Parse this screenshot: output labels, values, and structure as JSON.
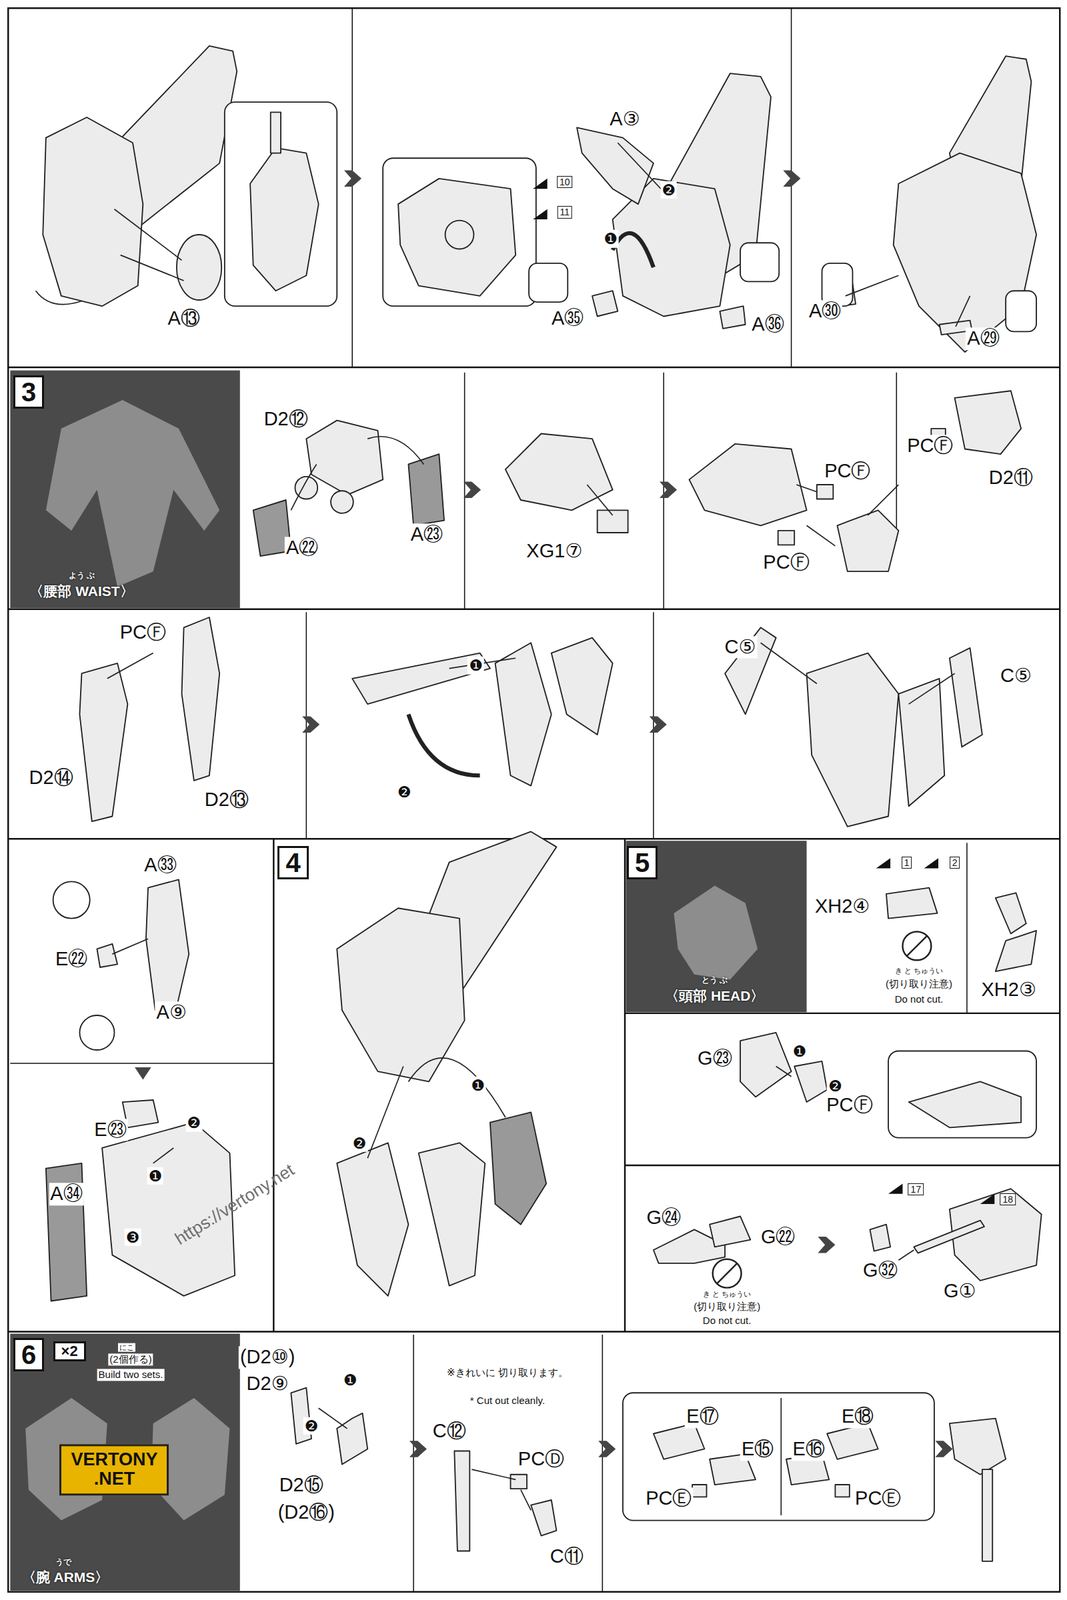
{
  "diagram": {
    "nodes": [
      {
        "text": [
          "3"
        ]
      },
      {
        "text": [
          "4"
        ]
      },
      {
        "text": [
          "5"
        ]
      },
      {
        "text": [
          "6"
        ]
      },
      {
        "text": [
          "×2"
        ]
      }
    ],
    "labels": [
      "A⑬",
      "A③",
      "10",
      "11",
      "❶",
      "❷",
      "A㉟",
      "A㊱",
      "A㉚",
      "A㉙",
      "よう ぶ",
      "〈腰部 WAIST〉",
      "D2⑫",
      "A㉒",
      "A㉓",
      "XG1⑦",
      "PCⒻ",
      "PCⒻ",
      "PCⒻ",
      "D2⑪",
      "PCⒻ",
      "D2⑭",
      "D2⑬",
      "❶",
      "❷",
      "C⑤",
      "C⑤",
      "A㉝",
      "E㉒",
      "A⑨",
      "E㉓",
      "❷",
      "❶",
      "A㉞",
      "❸",
      "❶",
      "❷",
      "とう ぶ",
      "〈頭部 HEAD〉",
      "XH2④",
      "1",
      "2",
      "き と ちゅうい",
      "(切り取り注意)",
      "Do not cut.",
      "XH2③",
      "G㉓",
      "❶",
      "❷",
      "PCⒻ",
      "G㉔",
      "G㉒",
      "き と ちゅうい",
      "(切り取り注意)",
      "Do not cut.",
      "17",
      "18",
      "G①",
      "G㉜",
      "にこ",
      "(2個作る)",
      "Build two sets.",
      "VERTONY .NET",
      "うで",
      "〈腕 ARMS〉",
      "(D2⑩)",
      "D2⑨",
      "❶",
      "❷",
      "D2⑮",
      "(D2⑯)",
      "※きれいに 切り取ります。",
      "* Cut out cleanly.",
      "C⑫",
      "PCⒹ",
      "C⑪",
      "E⑰",
      "E⑮",
      "PCⒺ",
      "E⑱",
      "E⑯",
      "PCⒺ",
      "https://vertony.net"
    ]
  }
}
